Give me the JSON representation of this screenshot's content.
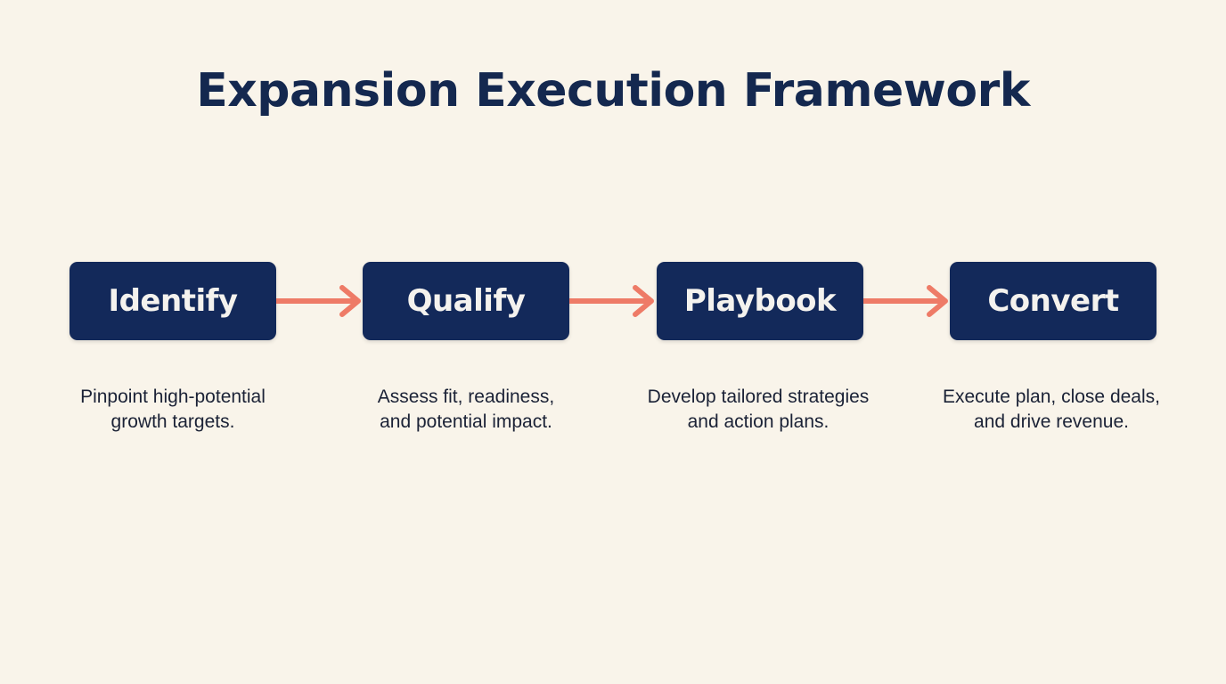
{
  "title": "Expansion Execution Framework",
  "colors": {
    "background": "#f9f4ea",
    "box_fill": "#13295a",
    "box_text": "#f4f2ee",
    "arrow": "#ee7b67",
    "title": "#14284f",
    "description": "#1b2236"
  },
  "steps": [
    {
      "label": "Identify",
      "description_lines": [
        "Pinpoint high-potential",
        "growth targets."
      ]
    },
    {
      "label": "Qualify",
      "description_lines": [
        "Assess fit, readiness,",
        "and potential impact."
      ]
    },
    {
      "label": "Playbook",
      "description_lines": [
        "Develop tailored strategies",
        "and action plans."
      ]
    },
    {
      "label": "Convert",
      "description_lines": [
        "Execute plan, close deals,",
        "and drive revenue."
      ]
    }
  ],
  "connectors": [
    {
      "from": "Identify",
      "to": "Qualify",
      "icon": "arrow-right-icon"
    },
    {
      "from": "Qualify",
      "to": "Playbook",
      "icon": "arrow-right-icon"
    },
    {
      "from": "Playbook",
      "to": "Convert",
      "icon": "arrow-right-icon"
    }
  ]
}
